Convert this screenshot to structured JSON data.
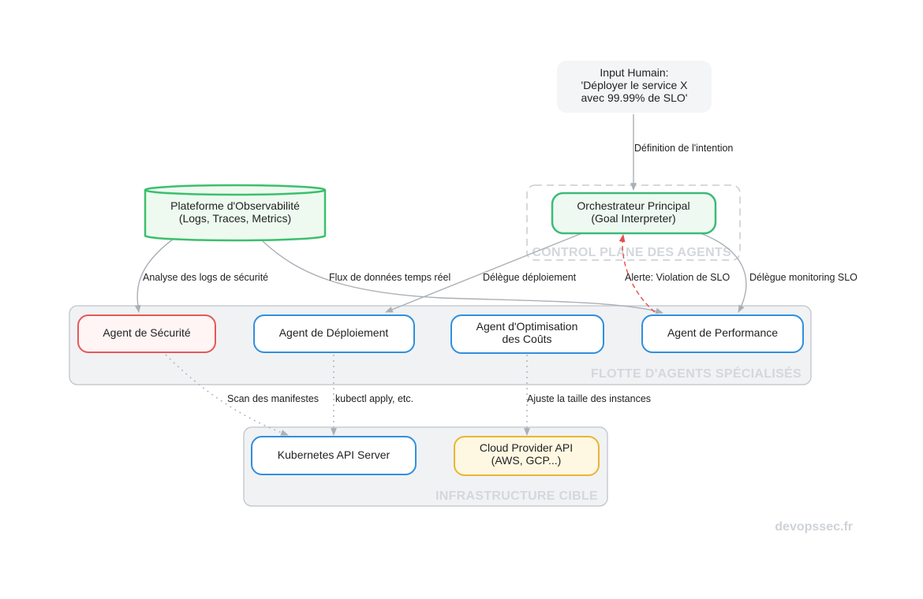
{
  "watermark": "devopssec.fr",
  "colors": {
    "cluster_fill": "#f1f2f4",
    "cluster_stroke": "#c7cbd1",
    "edge": "#aab0b7",
    "alert_edge": "#e74c4c",
    "security": "#e85757",
    "blue": "#2f8fdf",
    "green": "#3cbf6c",
    "teal_green": "#3dba7a",
    "yellow": "#eab534"
  },
  "clusters": {
    "control_plane": "CONTROL PLANE DES AGENTS",
    "fleet": "FLOTTE D'AGENTS SPÉCIALISÉS",
    "infra": "INFRASTRUCTURE CIBLE"
  },
  "nodes": {
    "input": [
      "Input Humain:",
      "'Déployer le service X",
      "avec 99.99% de SLO'"
    ],
    "orchestrator": [
      "Orchestrateur Principal",
      "(Goal Interpreter)"
    ],
    "observability": [
      "Plateforme d'Observabilité",
      "(Logs, Traces, Metrics)"
    ],
    "security": [
      "Agent de Sécurité"
    ],
    "deploy": [
      "Agent de Déploiement"
    ],
    "cost": [
      "Agent d'Optimisation",
      "des Coûts"
    ],
    "perf": [
      "Agent de Performance"
    ],
    "k8s": [
      "Kubernetes API Server"
    ],
    "cloud": [
      "Cloud Provider API",
      "(AWS, GCP...)"
    ]
  },
  "edges": {
    "intent": "Définition de l'intention",
    "logs_security": "Analyse des logs de sécurité",
    "stream": "Flux de données temps réel",
    "delegate_deploy": "Délègue déploiement",
    "alert": "Alerte: Violation de SLO",
    "delegate_monitor": "Délègue monitoring SLO",
    "scan": "Scan des manifestes",
    "kubectl": "kubectl apply, etc.",
    "resize": "Ajuste la taille des instances"
  }
}
